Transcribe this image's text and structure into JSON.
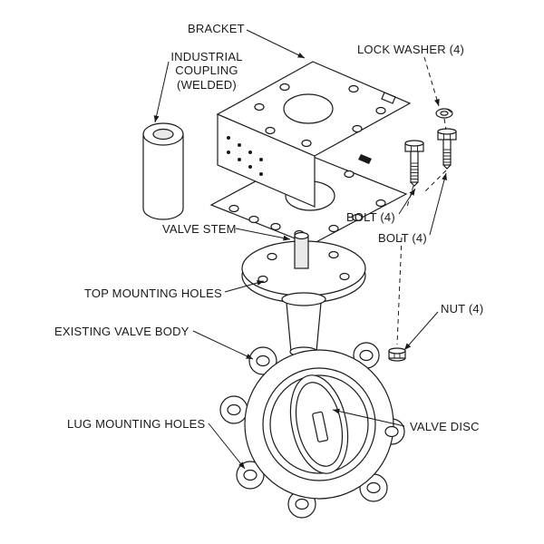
{
  "figure": {
    "kind": "exploded assembly diagram",
    "subject": "Butterfly valve with actuator mounting bracket and hardware"
  },
  "colors": {
    "line": "#1a1a1a",
    "background": "#ffffff"
  },
  "labels": {
    "bracket": "BRACKET",
    "industrial_coupling": "INDUSTRIAL\nCOUPLING\n(WELDED)",
    "lock_washer": "LOCK WASHER (4)",
    "bolt_a": "BOLT (4)",
    "bolt_b": "BOLT (4)",
    "valve_stem": "VALVE STEM",
    "top_mounting_holes": "TOP MOUNTING HOLES",
    "existing_valve_body": "EXISTING VALVE BODY",
    "nut": "NUT (4)",
    "lug_mounting_holes": "LUG MOUNTING HOLES",
    "valve_disc": "VALVE DISC"
  }
}
